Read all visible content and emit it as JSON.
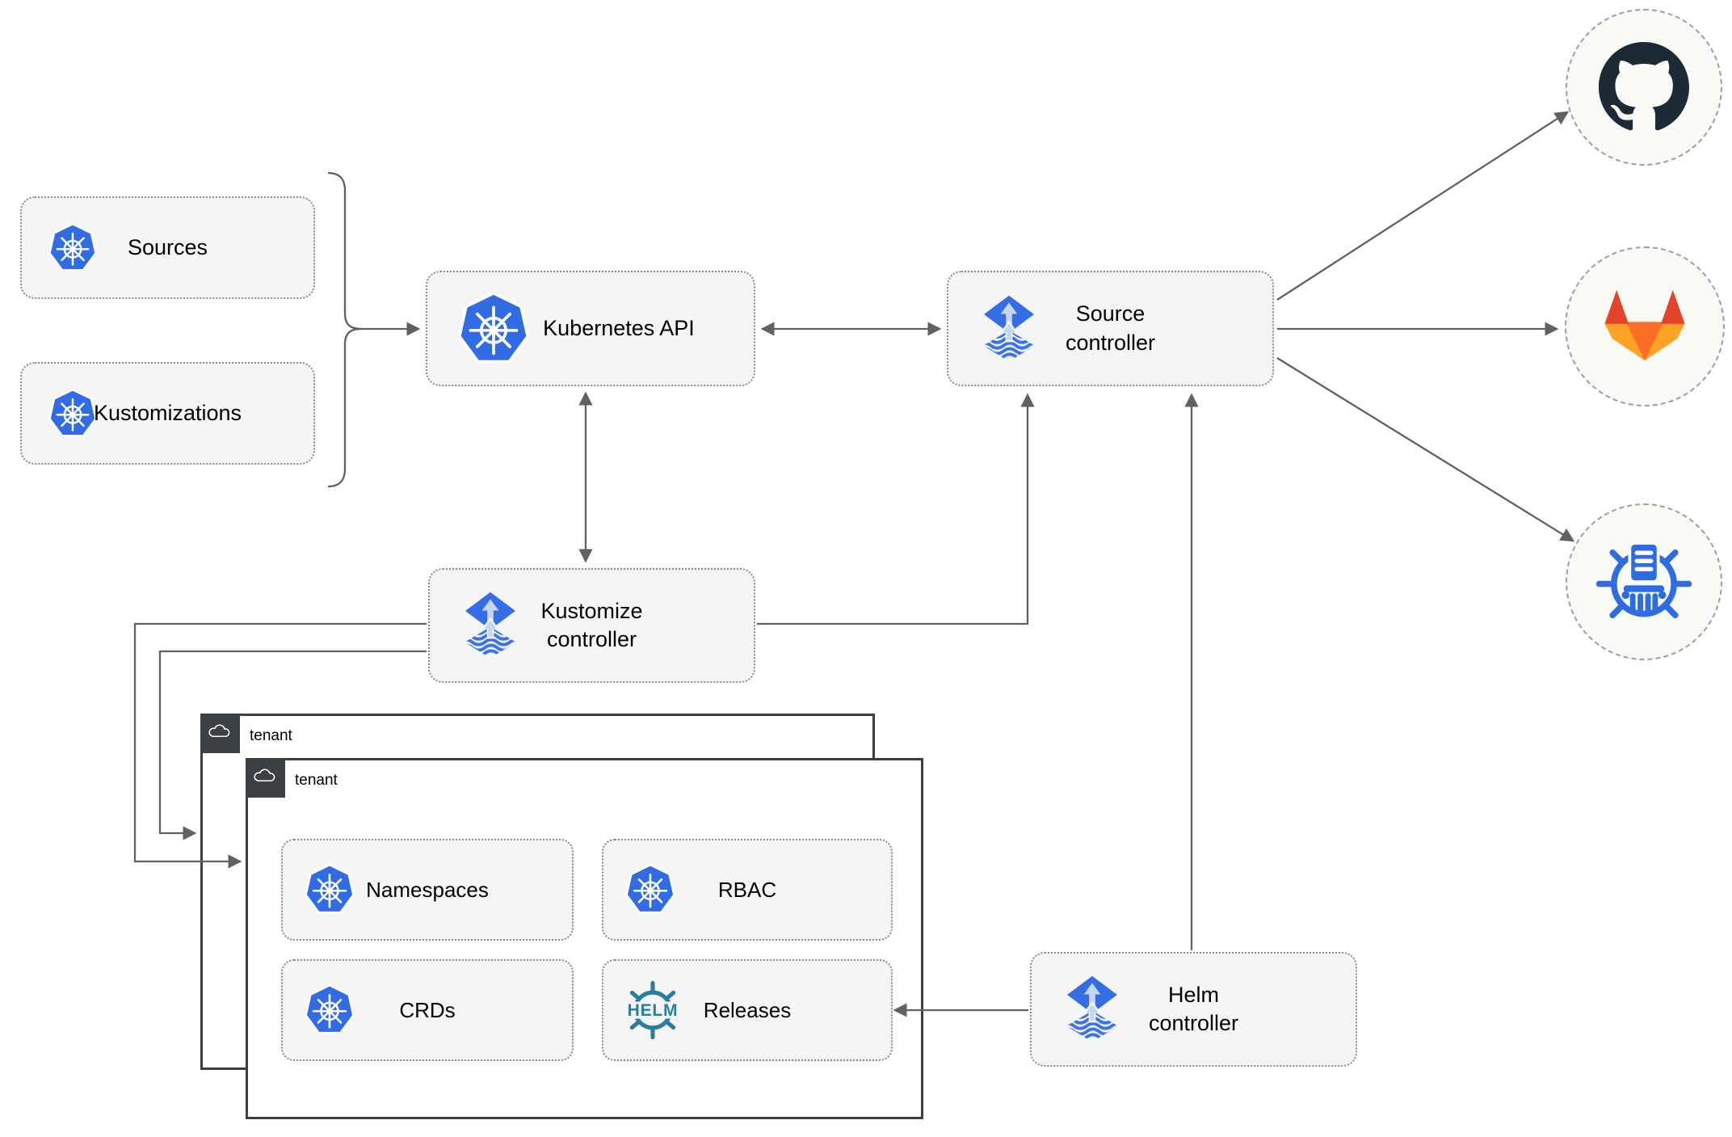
{
  "nodes": {
    "sources": {
      "label": "Sources",
      "icon": "kubernetes-icon"
    },
    "kustomizations": {
      "label": "Kustomizations",
      "icon": "kubernetes-icon"
    },
    "kubernetes_api": {
      "label": "Kubernetes API",
      "icon": "kubernetes-icon"
    },
    "source_controller": {
      "label": "Source\ncontroller",
      "icon": "flux-icon"
    },
    "kustomize_controller": {
      "label": "Kustomize\ncontroller",
      "icon": "flux-icon"
    },
    "helm_controller": {
      "label": "Helm\ncontroller",
      "icon": "flux-icon"
    },
    "namespaces": {
      "label": "Namespaces",
      "icon": "kubernetes-icon"
    },
    "rbac": {
      "label": "RBAC",
      "icon": "kubernetes-icon"
    },
    "crds": {
      "label": "CRDs",
      "icon": "kubernetes-icon"
    },
    "releases": {
      "label": "Releases",
      "icon": "helm-icon"
    }
  },
  "groups": {
    "tenant_back": {
      "label": "tenant",
      "icon": "cloud-icon"
    },
    "tenant_front": {
      "label": "tenant",
      "icon": "cloud-icon"
    }
  },
  "endpoints": {
    "github": {
      "icon": "github-icon"
    },
    "gitlab": {
      "icon": "gitlab-icon"
    },
    "chart_repository": {
      "icon": "chartmuseum-icon"
    }
  },
  "helm_icon_text": "HELM",
  "connections": [
    {
      "from": "sources+kustomizations",
      "to": "kubernetes_api",
      "style": "brace-arrow"
    },
    {
      "from": "kubernetes_api",
      "to": "source_controller",
      "style": "double-arrow"
    },
    {
      "from": "kubernetes_api",
      "to": "kustomize_controller",
      "style": "double-arrow"
    },
    {
      "from": "kustomize_controller",
      "to": "source_controller",
      "style": "arrow"
    },
    {
      "from": "helm_controller",
      "to": "source_controller",
      "style": "arrow"
    },
    {
      "from": "helm_controller",
      "to": "releases",
      "style": "arrow"
    },
    {
      "from": "kustomize_controller",
      "to": "tenant_front",
      "style": "arrow"
    },
    {
      "from": "kustomize_controller",
      "to": "tenant_back",
      "style": "arrow"
    },
    {
      "from": "source_controller",
      "to": "github",
      "style": "arrow"
    },
    {
      "from": "source_controller",
      "to": "gitlab",
      "style": "arrow"
    },
    {
      "from": "source_controller",
      "to": "chart_repository",
      "style": "arrow"
    }
  ],
  "colors": {
    "kubernetes_blue": "#326CE5",
    "flux_blue": "#356DE4",
    "flux_light_blue": "#C5D6F2",
    "helm_teal": "#2A7D9C",
    "github_dark": "#1B2A34",
    "gitlab_red_orange": "#E24329",
    "gitlab_orange": "#FC6D26",
    "gitlab_amber": "#FCA326",
    "chartmuseum_blue": "#2D6CE3",
    "connector_gray": "#616161",
    "node_fill": "#F5F5F5",
    "tenant_tab_dark": "#3B4044"
  }
}
